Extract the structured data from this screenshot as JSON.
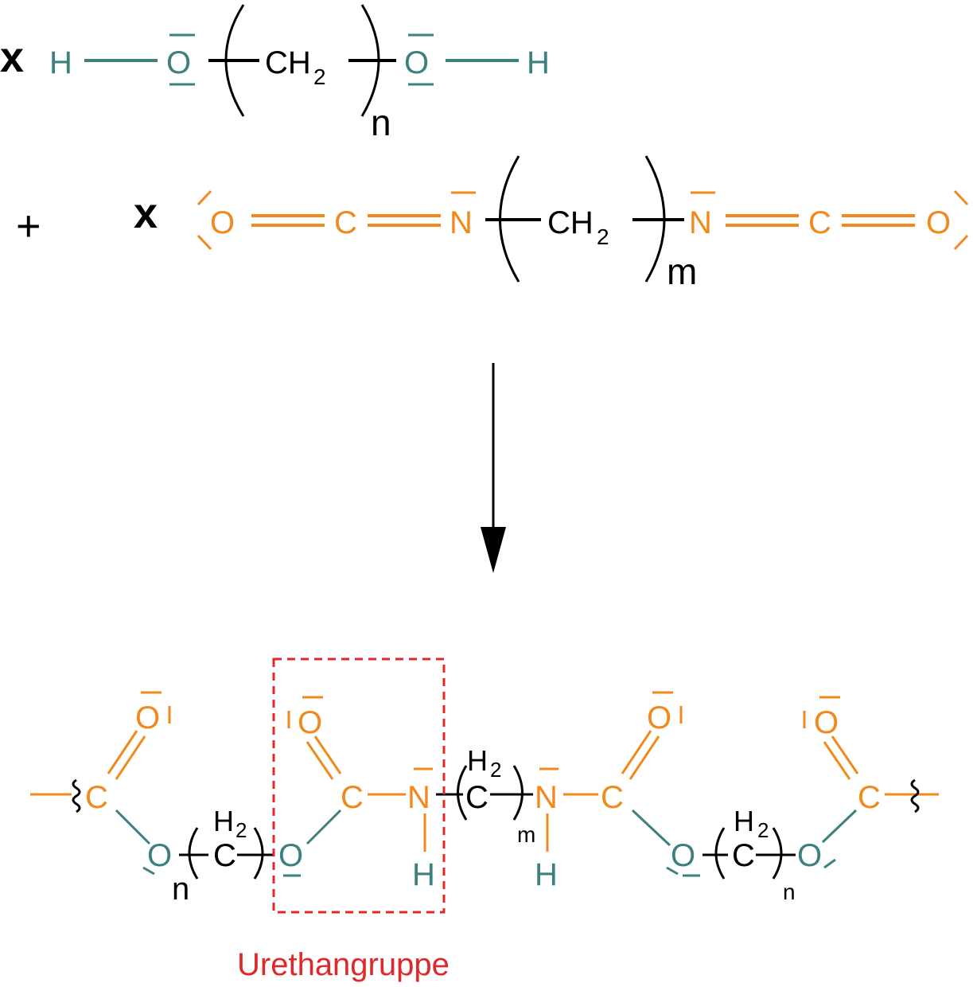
{
  "colors": {
    "diol": "#3d8080",
    "isocyanate": "#f08a1e",
    "chain": "#000000",
    "highlight": "#e02828"
  },
  "reactant1": {
    "coefficient": "x",
    "h_left": "H",
    "o_left": "O",
    "ch2": "CH",
    "ch2_sub": "2",
    "index": "n",
    "o_right": "O",
    "h_right": "H"
  },
  "reactant2": {
    "plus": "+",
    "coefficient": "x",
    "o_left": "O",
    "c_left": "C",
    "n_left": "N",
    "ch2": "CH",
    "ch2_sub": "2",
    "index": "m",
    "n_right": "N",
    "c_right": "C",
    "o_right": "O"
  },
  "product": {
    "c1": "C",
    "o1_top": "O",
    "o1_chain": "O",
    "h2_1": "H",
    "h2_1_sup": "2",
    "c_ch2_1": "C",
    "index_n1": "n",
    "o2_chain": "O",
    "o2_top": "O",
    "c2": "C",
    "n1": "N",
    "h1": "H",
    "h2_2": "H",
    "h2_2_sup": "2",
    "c_ch2_2": "C",
    "index_m": "m",
    "n2": "N",
    "h2": "H",
    "c3": "C",
    "o3_top": "O",
    "o3_chain": "O",
    "h2_3": "H",
    "h2_3_sup": "2",
    "c_ch2_3": "C",
    "index_n2": "n",
    "o4_chain": "O",
    "c4": "C",
    "o4_top": "O"
  },
  "urethane_label": "Urethangruppe"
}
